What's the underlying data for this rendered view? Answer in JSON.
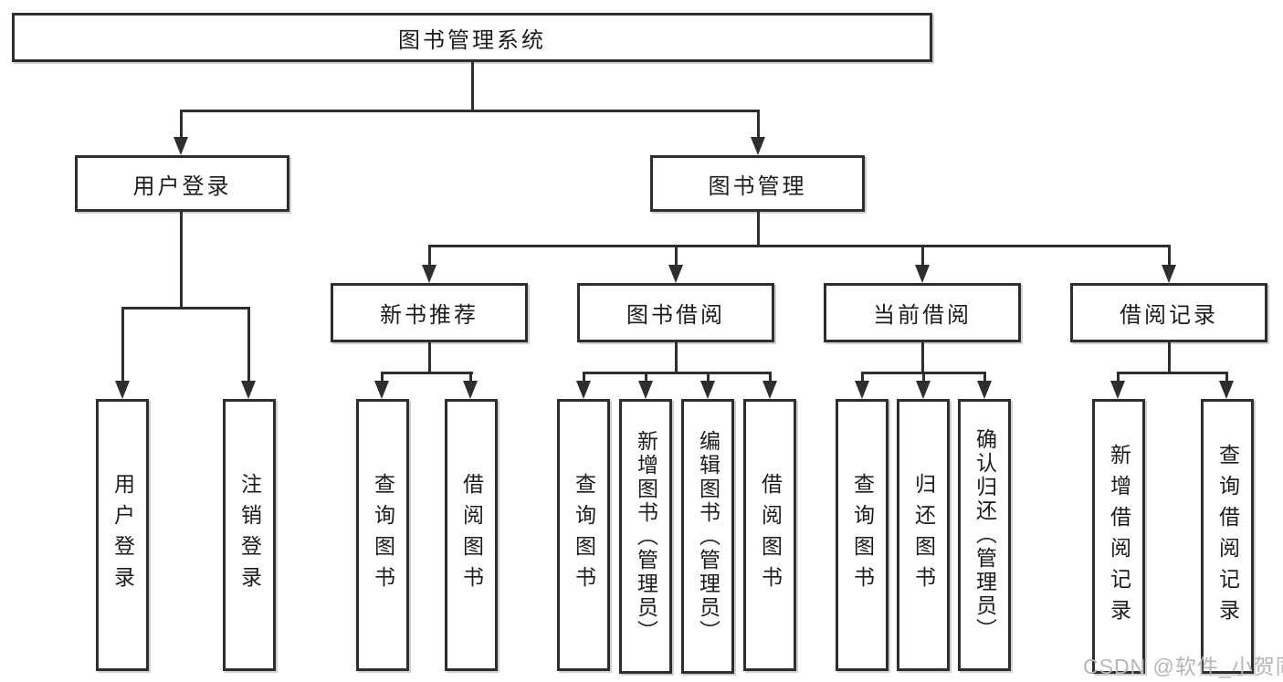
{
  "diagram": {
    "type": "hierarchy",
    "title": "图书管理系统"
  },
  "tree": {
    "root": {
      "label": "图书管理系统",
      "children": [
        {
          "label": "用户登录",
          "children": [
            {
              "label": "用户登录"
            },
            {
              "label": "注销登录"
            }
          ]
        },
        {
          "label": "图书管理",
          "children": [
            {
              "label": "新书推荐",
              "children": [
                {
                  "label": "查询图书"
                },
                {
                  "label": "借阅图书"
                }
              ]
            },
            {
              "label": "图书借阅",
              "children": [
                {
                  "label": "查询图书"
                },
                {
                  "label": "新增图书（管理员）"
                },
                {
                  "label": "编辑图书（管理员）"
                },
                {
                  "label": "借阅图书"
                }
              ]
            },
            {
              "label": "当前借阅",
              "children": [
                {
                  "label": "查询图书"
                },
                {
                  "label": "归还图书"
                },
                {
                  "label": "确认归还（管理员）"
                }
              ]
            },
            {
              "label": "借阅记录",
              "children": [
                {
                  "label": "新增借阅记录"
                },
                {
                  "label": "查询借阅记录"
                }
              ]
            }
          ]
        }
      ]
    }
  },
  "watermark": "CSDN @软件_小贺同学",
  "colors": {
    "line": "#2e2e2e",
    "text": "#1c1c1c",
    "watermark": "#b4b6b8",
    "background": "#ffffff"
  }
}
